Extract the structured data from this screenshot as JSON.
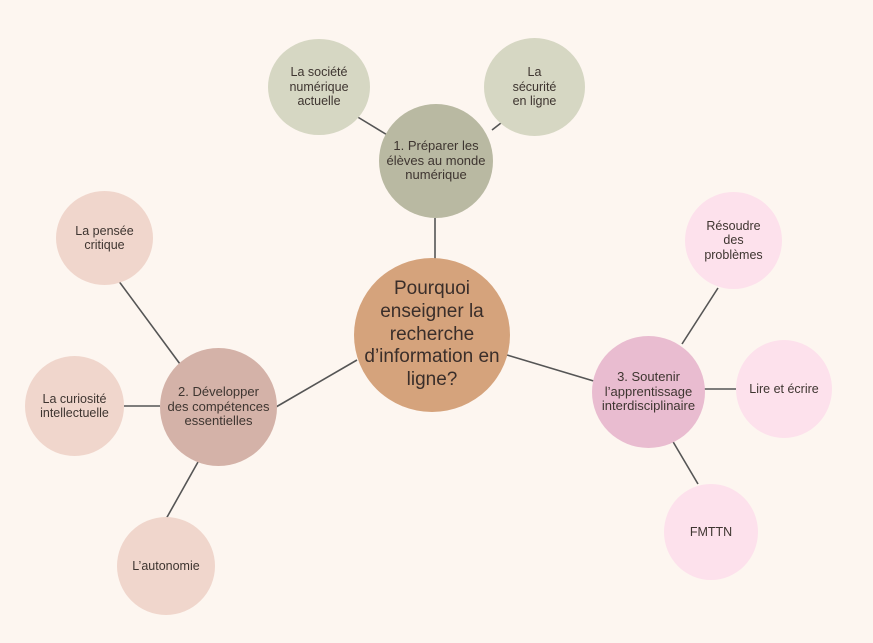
{
  "title": "Pourquoi enseigner la recherche d’information en ligne?",
  "colors": {
    "background": "#fdf6f0",
    "center": "#d5a37c",
    "branch1": "#b9b9a2",
    "branch1_leaf": "#d6d7c3",
    "branch2": "#d4b2a8",
    "branch2_leaf": "#f0d6cc",
    "branch3": "#e9bcd0",
    "branch3_leaf": "#fde1ec",
    "line": "#555555"
  },
  "branches": [
    {
      "label": "1. Préparer les élèves au monde numérique",
      "leaves": [
        "La société numérique actuelle",
        "La sécurité en ligne"
      ]
    },
    {
      "label": "2. Développer des compétences essentielles",
      "leaves": [
        "La pensée critique",
        "La curiosité intellectuelle",
        "L’autonomie"
      ]
    },
    {
      "label": "3. Soutenir l’apprentissage interdisciplinaire",
      "leaves": [
        "Résoudre des problèmes",
        "Lire et écrire",
        "FMTTN"
      ]
    }
  ]
}
